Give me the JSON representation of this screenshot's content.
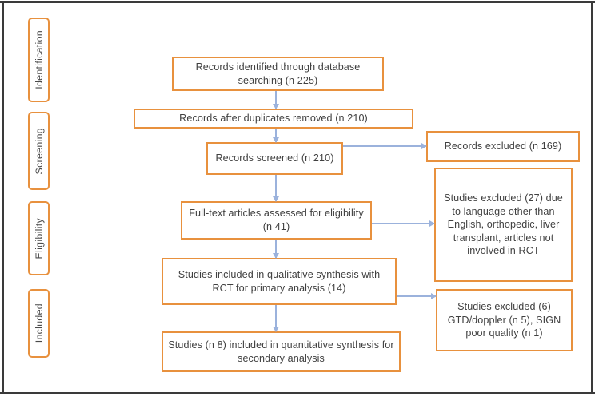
{
  "diagram": {
    "type": "prisma-flow-diagram",
    "colors": {
      "box_border": "#E8913E",
      "arrow": "#9BB2DC",
      "text": "#404040",
      "frame": "#3A3A3A",
      "background": "#FFFFFF"
    },
    "stages": [
      {
        "id": "identification",
        "label": "Identification"
      },
      {
        "id": "screening",
        "label": "Screening"
      },
      {
        "id": "eligibility",
        "label": "Eligibility"
      },
      {
        "id": "included",
        "label": "Included"
      }
    ],
    "nodes": [
      {
        "id": "records-identified",
        "stage": "identification",
        "text": "Records identified through database searching (n 225)",
        "count": 225
      },
      {
        "id": "records-after-duplicates",
        "stage": "identification",
        "text": "Records after duplicates removed (n 210)",
        "count": 210
      },
      {
        "id": "records-screened",
        "stage": "screening",
        "text": "Records screened (n 210)",
        "count": 210
      },
      {
        "id": "records-excluded",
        "stage": "screening",
        "text": "Records excluded (n 169)",
        "count": 169
      },
      {
        "id": "fulltext-assessed",
        "stage": "eligibility",
        "text": "Full-text articles assessed for eligibility (n 41)",
        "count": 41
      },
      {
        "id": "studies-excluded-eligibility",
        "stage": "eligibility",
        "text": "Studies excluded (27) due to language other than English, orthopedic, liver transplant, articles not involved in RCT",
        "count": 27
      },
      {
        "id": "qualitative-synthesis",
        "stage": "included",
        "text": "Studies included in qualitative synthesis with RCT for primary analysis (14)",
        "count": 14
      },
      {
        "id": "studies-excluded-included",
        "stage": "included",
        "text": "Studies excluded (6) GTD/doppler (n 5), SIGN poor quality (n 1)",
        "count": 6
      },
      {
        "id": "quantitative-synthesis",
        "stage": "included",
        "text": "Studies (n 8) included in quantitative synthesis for secondary analysis",
        "count": 8
      }
    ]
  }
}
